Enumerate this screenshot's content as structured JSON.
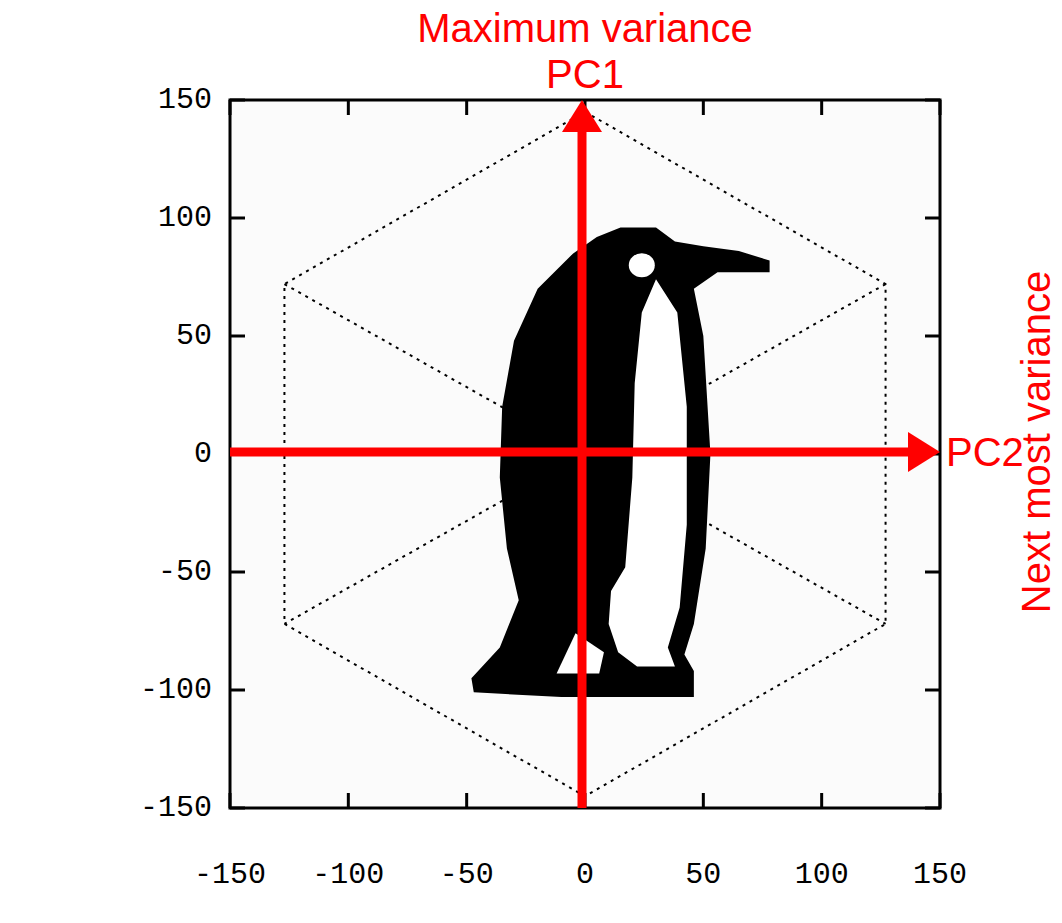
{
  "diagram": {
    "labels": [
      "Maximum variance",
      "PC1",
      "150",
      "100",
      "50",
      "0",
      "-50",
      "-100",
      "-150",
      "Next most variance",
      "PC2",
      "-150",
      "-100",
      "-50",
      "0",
      "50",
      "100",
      "150"
    ]
  }
}
